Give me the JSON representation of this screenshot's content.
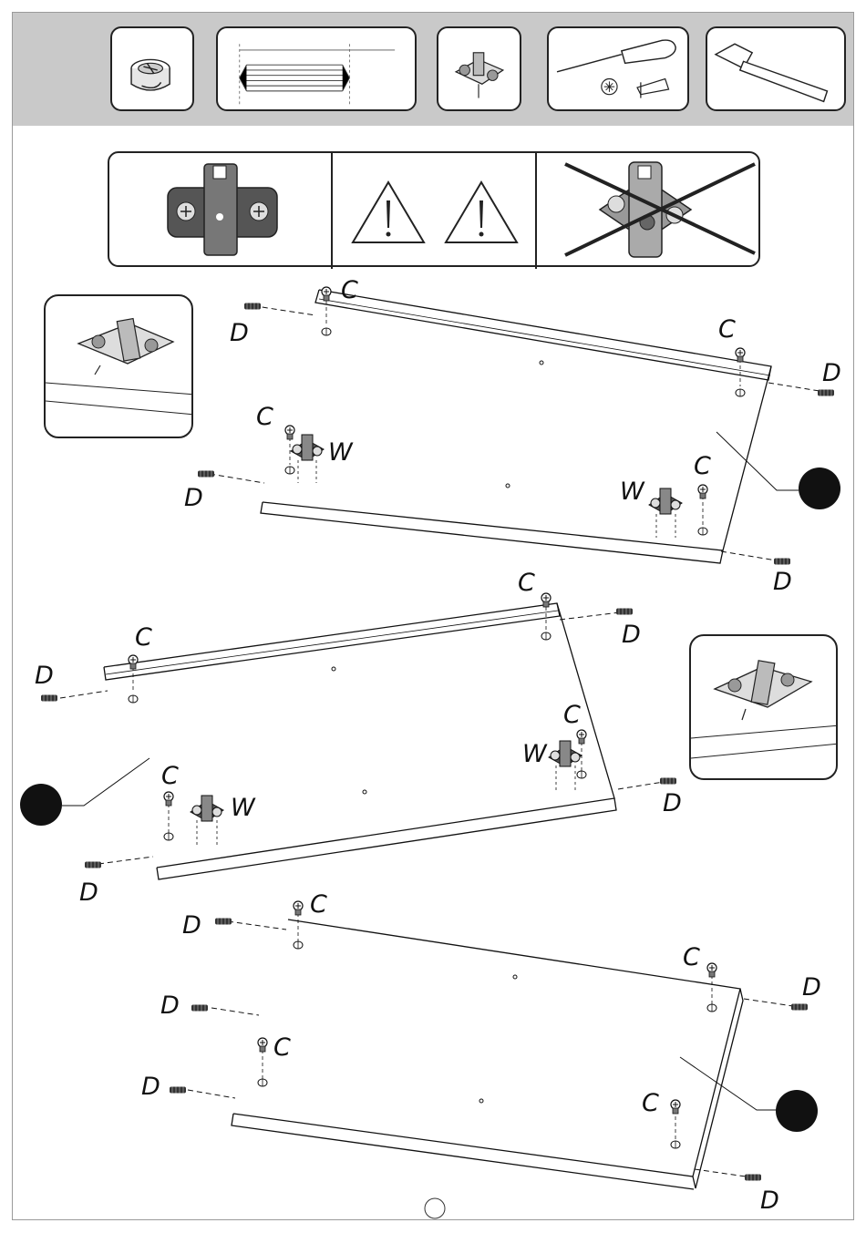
{
  "header": {
    "tools": [
      {
        "icon": "cam-lock-icon"
      },
      {
        "icon": "dowel-bundle-icon"
      },
      {
        "icon": "mounting-plate-icon"
      },
      {
        "icon": "screwdriver-icon"
      },
      {
        "icon": "hammer-icon"
      }
    ]
  },
  "warning": {
    "correct_icon": "mounting-plate-correct-icon",
    "alert_icons": [
      "warning-triangle-icon",
      "warning-triangle-icon"
    ],
    "incorrect_icon": "mounting-plate-incorrect-icon"
  },
  "labels": {
    "cam": "C",
    "dowel": "D",
    "plate": "W"
  },
  "callouts": [
    {
      "icon": "mounting-plate-detail-icon"
    },
    {
      "icon": "mounting-plate-detail-icon"
    }
  ],
  "colors": {
    "header_band": "#c9c9c9",
    "line": "#111111",
    "marker": "#111111"
  }
}
